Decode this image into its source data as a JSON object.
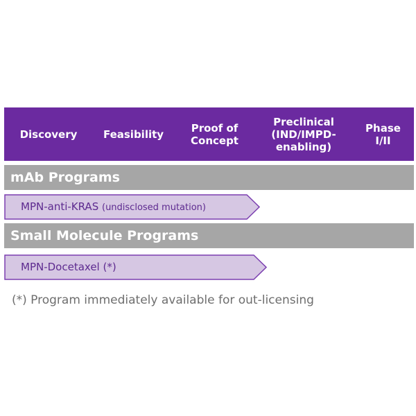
{
  "stages": [
    "Discovery",
    "Feasibility",
    "Proof of\nConcept",
    "Preclinical\n(IND/IMPD-\nenabling)",
    "Phase\nI/II"
  ],
  "sections": [
    {
      "title": "mAb Programs",
      "programs": [
        {
          "name": "MPN-anti-KRAS",
          "note": "(undisclosed mutation)"
        }
      ]
    },
    {
      "title": "Small Molecule Programs",
      "programs": [
        {
          "name": "MPN-Docetaxel (*)",
          "note": ""
        }
      ]
    }
  ],
  "footnote": "(*) Program immediately available for out-licensing",
  "colors": {
    "header_bg": "#6b2aa0",
    "section_bg": "#a6a6a6",
    "arrow_fill": "#d6c7e3",
    "arrow_stroke": "#7b3fb0",
    "program_text": "#5d2a8f",
    "footnote_text": "#6e6e6e"
  }
}
